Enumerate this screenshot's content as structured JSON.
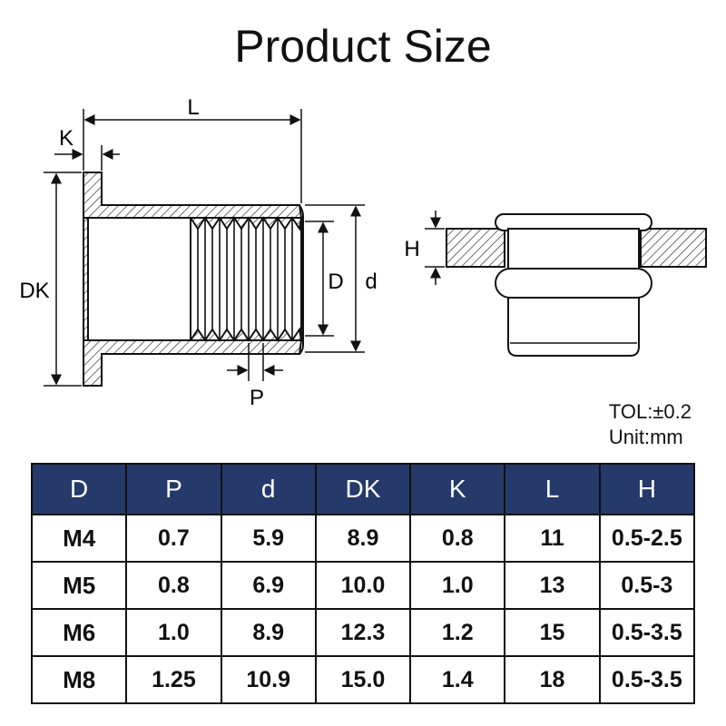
{
  "title": "Product Size",
  "labels": {
    "L": "L",
    "K": "K",
    "DK": "DK",
    "D": "D",
    "d": "d",
    "P": "P",
    "H": "H"
  },
  "notes": {
    "tolerance": "TOL:±0.2",
    "unit": "Unit:mm"
  },
  "table": {
    "headers": [
      "D",
      "P",
      "d",
      "DK",
      "K",
      "L",
      "H"
    ],
    "rows": [
      [
        "M4",
        "0.7",
        "5.9",
        "8.9",
        "0.8",
        "11",
        "0.5-2.5"
      ],
      [
        "M5",
        "0.8",
        "6.9",
        "10.0",
        "1.0",
        "13",
        "0.5-3"
      ],
      [
        "M6",
        "1.0",
        "8.9",
        "12.3",
        "1.2",
        "15",
        "0.5-3.5"
      ],
      [
        "M8",
        "1.25",
        "10.9",
        "15.0",
        "1.4",
        "18",
        "0.5-3.5"
      ]
    ]
  },
  "colors": {
    "header_bg": "#25396a",
    "header_text": "#ffffff",
    "line": "#111111"
  }
}
